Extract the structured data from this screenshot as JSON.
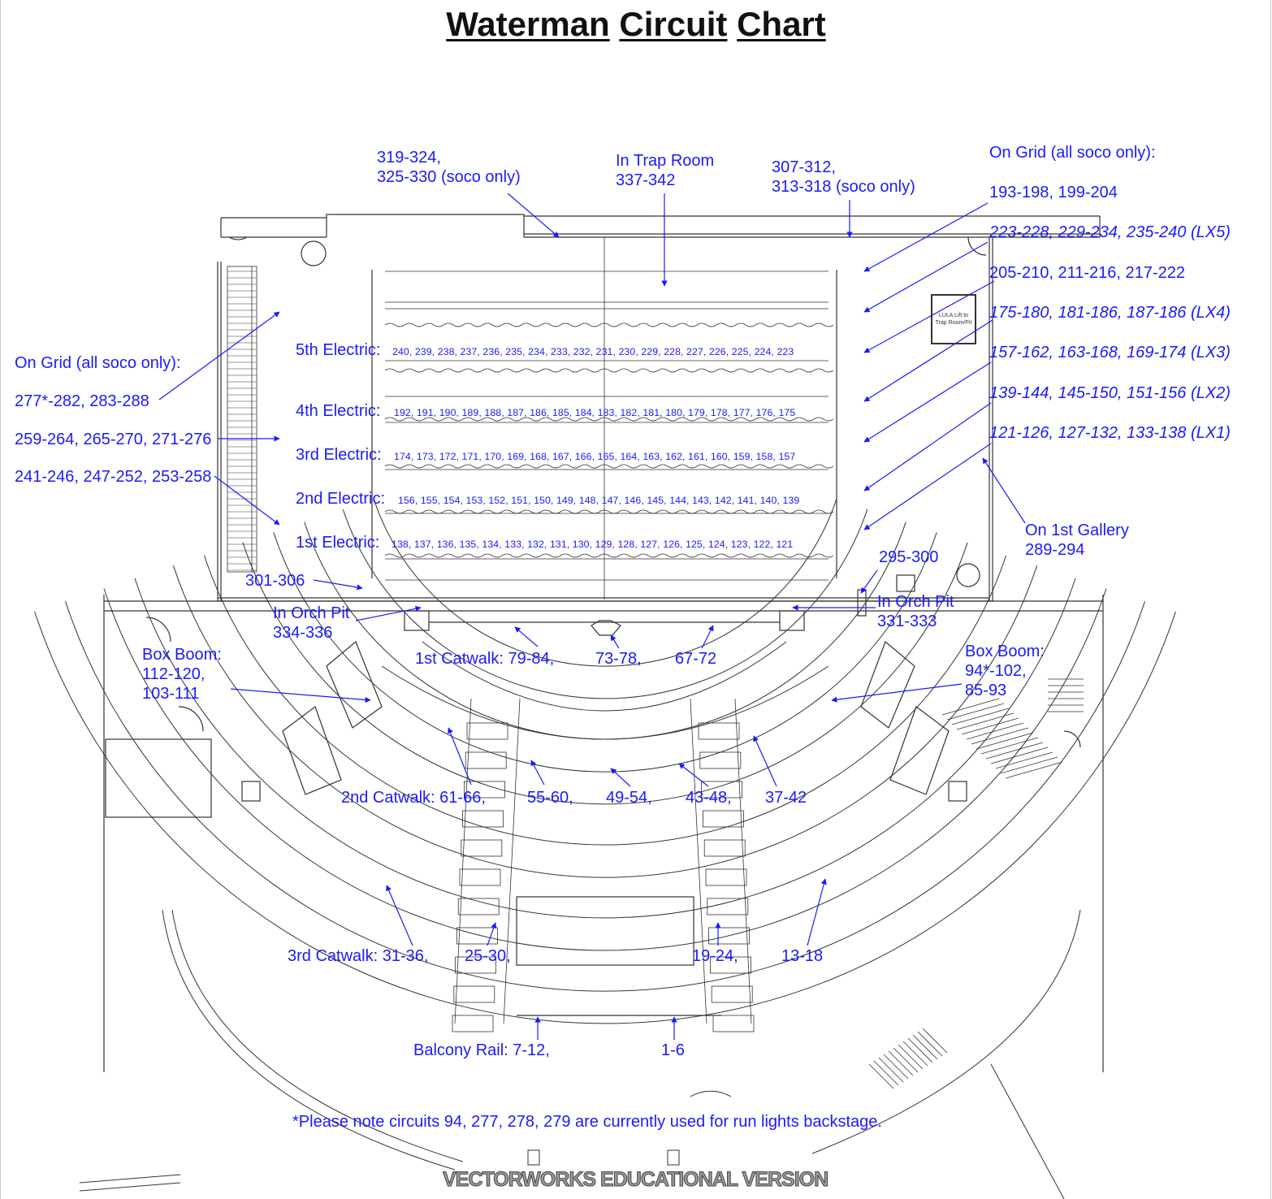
{
  "title_words": [
    "Waterman",
    "Circuit",
    "Chart"
  ],
  "top_labels": {
    "upstage_left": [
      "319-324,",
      "325-330 (soco only)"
    ],
    "trap_room": [
      "In Trap Room",
      "337-342"
    ],
    "upstage_right": [
      "307-312,",
      "313-318 (soco only)"
    ]
  },
  "right_grid": {
    "heading": "On Grid (all soco only):",
    "lines": [
      "193-198, 199-204",
      "223-228, 229-234, 235-240 (LX5)",
      "205-210, 211-216, 217-222",
      "175-180, 181-186, 187-186 (LX4)",
      "157-162, 163-168, 169-174 (LX3)",
      "139-144, 145-150, 151-156 (LX2)",
      "121-126, 127-132, 133-138 (LX1)"
    ]
  },
  "left_grid": {
    "heading": "On Grid (all soco only):",
    "lines": [
      "277*-282, 283-288",
      "259-264, 265-270, 271-276",
      "241-246, 247-252, 253-258"
    ]
  },
  "electrics": [
    {
      "name": "5th Electric:",
      "circuits": "240, 239, 238, 237, 236, 235, 234, 233, 232, 231, 230, 229, 228, 227, 226, 225, 224, 223"
    },
    {
      "name": "4th Electric:",
      "circuits": "192, 191, 190, 189, 188, 187, 186, 185, 184, 183, 182, 181, 180, 179, 178, 177, 176, 175"
    },
    {
      "name": "3rd Electric:",
      "circuits": "174, 173, 172, 171, 170, 169, 168, 167, 166, 165, 164, 163, 162, 161, 160, 159, 158, 157"
    },
    {
      "name": "2nd Electric:",
      "circuits": "156, 155, 154, 153, 152, 151, 150, 149, 148, 147, 146, 145, 144, 143, 142, 141, 140, 139"
    },
    {
      "name": "1st Electric:",
      "circuits": "138, 137, 136, 135, 134, 133, 132, 131, 130, 129, 128, 127, 126, 125, 124, 123, 122, 121"
    }
  ],
  "gallery": [
    "On 1st Gallery",
    "289-294"
  ],
  "lula": "LULA Lift to Trap Room/Pit",
  "pit_labels": {
    "left_deck": "301-306",
    "right_deck": "295-300",
    "orch_pit_left": [
      "In Orch Pit",
      "334-336"
    ],
    "orch_pit_right": [
      "In Orch Pit",
      "331-333"
    ]
  },
  "box_booms": {
    "left": [
      "Box Boom:",
      "112-120,",
      "103-111"
    ],
    "right": [
      "Box Boom:",
      "94*-102,",
      "85-93"
    ]
  },
  "catwalk1": [
    "1st Catwalk: 79-84,",
    "73-78,",
    "67-72"
  ],
  "catwalk2": [
    "2nd Catwalk: 61-66,",
    "55-60,",
    "49-54,",
    "43-48,",
    "37-42"
  ],
  "catwalk3": [
    "3rd Catwalk: 31-36,",
    "25-30,",
    "19-24,",
    "13-18"
  ],
  "balcony": [
    "Balcony Rail: 7-12,",
    "1-6"
  ],
  "footnote": "*Please note circuits 94, 277, 278, 279 are currently used for run lights backstage.",
  "watermark": "VECTORWORKS EDUCATIONAL VERSION",
  "colors": {
    "annotation": "#1a1aff",
    "drawing": "#333333"
  }
}
